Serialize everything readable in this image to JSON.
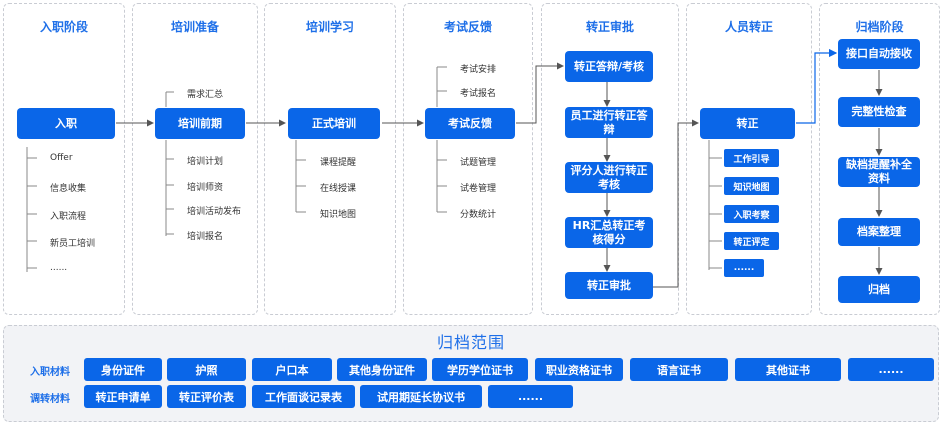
{
  "stages": [
    {
      "title": "入职阶段"
    },
    {
      "title": "培训准备"
    },
    {
      "title": "培训学习"
    },
    {
      "title": "考试反馈"
    },
    {
      "title": "转正审批"
    },
    {
      "title": "人员转正"
    },
    {
      "title": "归档阶段"
    }
  ],
  "onboarding": {
    "node": "入职",
    "items": [
      "Offer",
      "信息收集",
      "入职流程",
      "新员工培训",
      "......"
    ]
  },
  "prep": {
    "top_item": "需求汇总",
    "node": "培训前期",
    "items": [
      "培训计划",
      "培训师资",
      "培训活动发布",
      "培训报名"
    ]
  },
  "study": {
    "node": "正式培训",
    "items": [
      "课程提醒",
      "在线授课",
      "知识地图"
    ]
  },
  "exam": {
    "top_items": [
      "考试安排",
      "考试报名"
    ],
    "node": "考试反馈",
    "items": [
      "试题管理",
      "试卷管理",
      "分数统计"
    ]
  },
  "approval": {
    "nodes": [
      "转正答辩/考核",
      "员工进行转正答辩",
      "评分人进行转正考核",
      "HR汇总转正考核得分",
      "转正审批"
    ]
  },
  "regularize": {
    "node": "转正",
    "tags": [
      "工作引导",
      "知识地图",
      "入职考察",
      "转正评定",
      "......"
    ]
  },
  "archive": {
    "nodes": [
      "接口自动接收",
      "完整性检查",
      "缺档提醒补全资料",
      "档案整理",
      "归档"
    ]
  },
  "scope": {
    "title": "归档范围",
    "row1_label": "入职材料",
    "row2_label": "调转材料",
    "row1": [
      "身份证件",
      "护照",
      "户口本",
      "其他身份证件",
      "学历学位证书",
      "职业资格证书",
      "语言证书",
      "其他证书",
      "......"
    ],
    "row2": [
      "转正申请单",
      "转正评价表",
      "工作面谈记录表",
      "试用期延长协议书",
      "......"
    ]
  },
  "colors": {
    "primary": "#0a66e8",
    "accent_text": "#1e6fe8",
    "border": "#c9ccd3",
    "scope_bg": "#f2f3f6"
  }
}
